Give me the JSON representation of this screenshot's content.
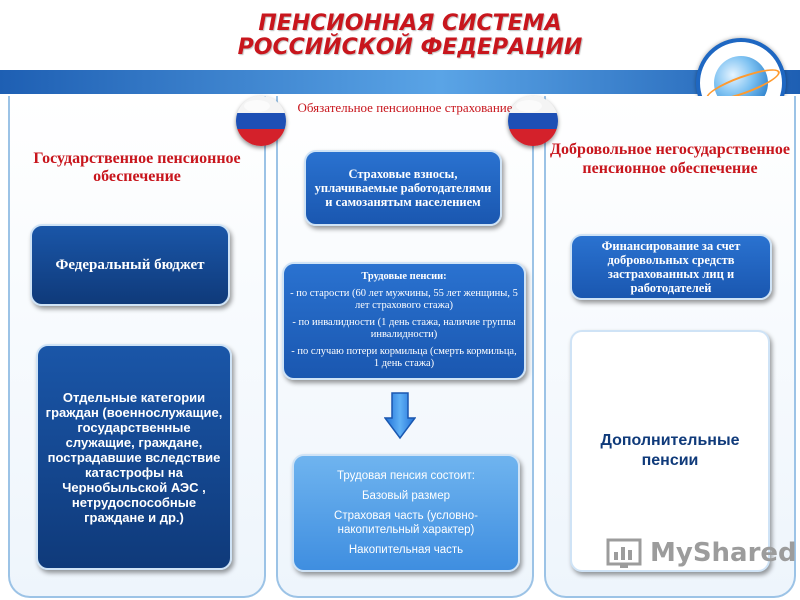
{
  "title": {
    "line1": "ПЕНСИОННАЯ СИСТЕМА",
    "line2": "РОССИЙСКОЙ ФЕДЕРАЦИИ"
  },
  "columns": [
    {
      "heading": "Государственное пенсионное обеспечение",
      "boxes": [
        "Федеральный бюджет",
        "Отдельные категории граждан (военнослужащие, государственные служащие, граждане, пострадавшие вследствие катастрофы на Чернобыльской АЭС , нетрудоспособные граждане и др.)"
      ]
    },
    {
      "heading": "Обязательное пенсионное страхование",
      "boxes": [
        "Страховые взносы, уплачиваемые работодателями и самозанятым населением"
      ],
      "labor_pensions": {
        "title": "Трудовые пенсии:",
        "items": [
          "- по старости (60 лет мужчины, 55 лет женщины, 5 лет страхового стажа)",
          "- по инвалидности (1 день стажа, наличие группы инвалидности)",
          "- по случаю потери кормильца (смерть кормильца, 1 день стажа)"
        ]
      },
      "composition": {
        "title": "Трудовая пенсия состоит:",
        "items": [
          "Базовый размер",
          "Страховая часть (условно-накопительный характер)",
          "Накопительная часть"
        ]
      }
    },
    {
      "heading": "Добровольное негосударственное пенсионное обеспечение",
      "boxes": [
        "Финансирование за счет добровольных средств застрахованных лиц и работодателей",
        "Дополнительные пенсии"
      ]
    }
  ],
  "watermark": "MyShared",
  "colors": {
    "title_red": "#c8161d",
    "box_dark": "#0f3a7a",
    "box_mid": "#1a57b0",
    "box_light": "#3f8ee0",
    "arrow": "#2c7fe0"
  },
  "icons": [
    "globe-icon",
    "russian-flag-ball-icon",
    "down-arrow-icon",
    "myshared-logo-icon"
  ]
}
